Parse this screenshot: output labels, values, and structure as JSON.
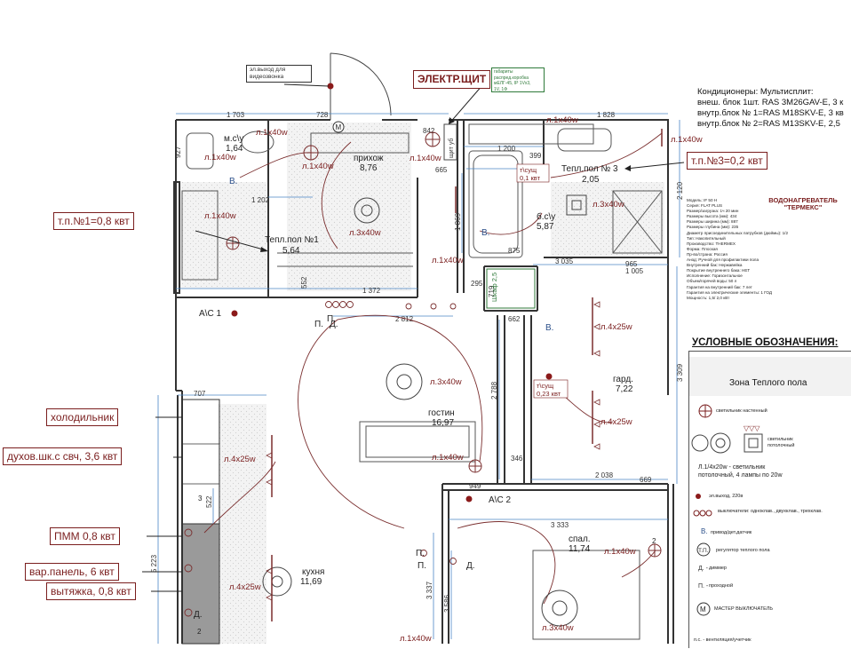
{
  "callouts": {
    "intercom": [
      "эл.выход для",
      "видеозвонка"
    ],
    "panel": "ЭЛЕКТР.ЩИТ",
    "panel_note": [
      "габариты",
      "распред.коробка",
      "мЕЛГ-45, IP 1Vx3,",
      "1V, 1Ф"
    ],
    "tp1": "т.п.№1=0,8 квт",
    "tp3": "т.п.№3=0,2 квт",
    "fridge": "холодильник",
    "oven": "духов.шк.с свч, 3,6 квт",
    "pmm": "ПММ  0,8 квт",
    "hob": "вар.панель, 6 квт",
    "hood": "вытяжка, 0,8 квт"
  },
  "ac_note": [
    "Кондиционеры: Мультисплит:",
    "внеш. блок 1шт. RAS 3M26GAV-E, 3 к",
    "внутр.блок № 1=RAS M18SKV-E, 3 кв",
    "внутр.блок № 2=RAS M13SKV-E, 2,5"
  ],
  "heater": {
    "title": [
      "ВОДОНАГРЕВАТЕЛЬ",
      "\"ТЕРМЕКС\""
    ],
    "specs": [
      "Модель: IF 50 H",
      "Серия: FLAT PLUS",
      "Размер/загрузка: 1ч 20 мин",
      "Размеры высота (мм): 434",
      "Размеры ширина (мм): 887",
      "Размеры глубина (мм): 235",
      "Диаметр присоединительных патрубков (дюймы): 1/2",
      "Тип: Накопительный",
      "Производство: THERMEX",
      "Форма: Плоская",
      "Пр-во/страна: Россия",
      "Анод: Ручной для профилактики пола",
      "Внутренний бак: Нержавейка",
      "Покрытие внутреннего бака: НЕТ",
      "Исполнение: Горизонтальное",
      "Объем/горячей воды: 50 л",
      "Гарантия на внутренний бак: 7 лет",
      "Гарантия на электрические элементы: 1 ГОД",
      "Мощность: 1,5/ 2,0 кВт"
    ]
  },
  "legend": {
    "title": "УСЛОВНЫЕ ОБОЗНАЧЕНИЯ:",
    "zone": "Зона Теплого пола",
    "items": [
      "светильник настенный",
      "светильник потолочный",
      "Л.1/4х20w - светильник",
      "потолочный, 4 лампы по 20w",
      "эл.выход, 220в",
      "выключатели: одноклав., двухклав., трехклав.",
      "привод/дет.датчик",
      "регулятор теплого пола",
      "диммер",
      "проходной",
      "МАСТЕР ВЫКЛЮЧАТЕЛЬ",
      "п.с. - вентиляция/учетчик"
    ],
    "sw_B": "В.",
    "sw_TP": "Т.П.",
    "sw_D": "Д. -",
    "sw_P": "П. -",
    "master": "М",
    "triangles": "▽▽▽"
  },
  "rooms": [
    {
      "name": "м.с\\у",
      "area": "1,64"
    },
    {
      "name": "прихож",
      "area": "8,76"
    },
    {
      "name": "Тепл.пол №1",
      "area": "5,64"
    },
    {
      "name": "б.с\\у",
      "area": "5,87"
    },
    {
      "name": "Тепл.пол № 3",
      "area": "2,05"
    },
    {
      "name": "гард.",
      "area": "7,22"
    },
    {
      "name": "гостин",
      "area": "16,97"
    },
    {
      "name": "спал.",
      "area": "11,74"
    },
    {
      "name": "кухня",
      "area": "11,69"
    }
  ],
  "lamps": {
    "l1x40": "л.1х40w",
    "l3x40": "л.3х40w",
    "l4x25": "л.4х25w"
  },
  "ac_units": {
    "ac1": "A\\C 1",
    "ac2": "A\\C 2"
  },
  "tp_labels": {
    "tp2": "т\\сущ",
    "tp2_val": "0,1 квт",
    "tp_gard": "т\\сущ",
    "tp_gard_val": "0,23 квт"
  },
  "switches": {
    "P": "П.",
    "D": "Д.",
    "B": "В."
  },
  "misc": {
    "shkaf": "Шкаф 2,5",
    "m": "М",
    "num2": "2",
    "num3": "3"
  },
  "dims": {
    "d1703": "1 703",
    "d728": "728",
    "d1828": "1 828",
    "d1200": "1 200",
    "d399": "399",
    "d927": "927",
    "d1202": "1 202",
    "d665": "665",
    "d1869": "1 869",
    "d875": "875",
    "d3035": "3 035",
    "d965": "965",
    "d1005": "1 005",
    "d2120": "2 120",
    "d552": "552",
    "d1372": "1 372",
    "d2812": "2 812",
    "d662": "662",
    "d3309": "3 309",
    "d707": "707",
    "d2788": "2 788",
    "d346": "346",
    "d2038": "2 038",
    "d669": "669",
    "d949": "949",
    "d3333": "3 333",
    "d5223": "5 223",
    "d3337": "3 337",
    "d3586": "3 586",
    "d522": "522",
    "d842": "842",
    "d295": "295",
    "d719": "719"
  }
}
